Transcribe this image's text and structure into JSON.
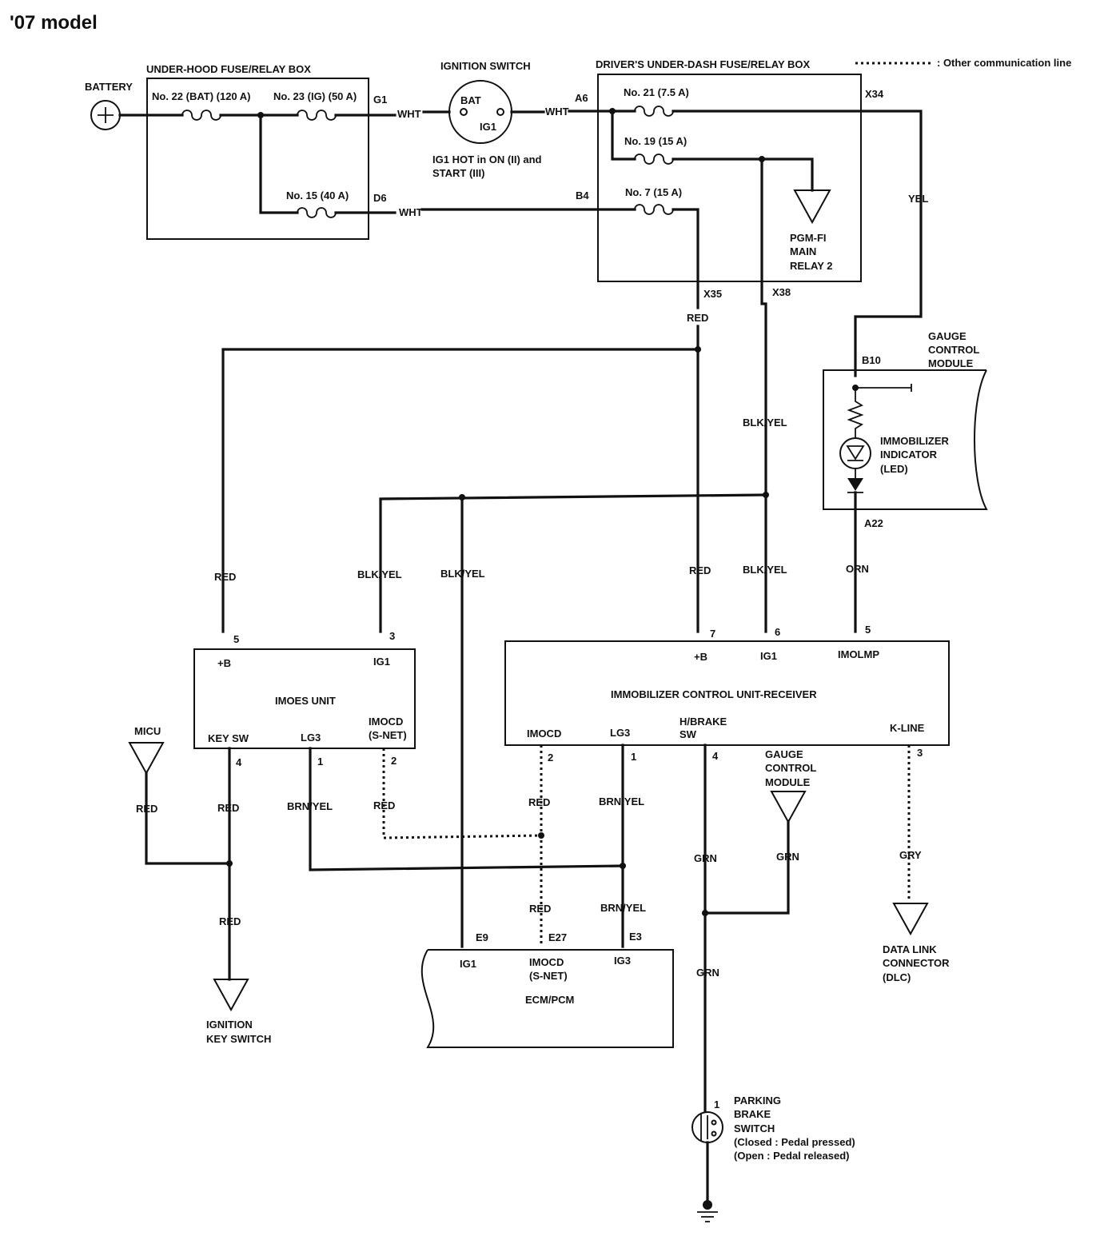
{
  "title": "'07 model",
  "legend": ": Other communication line",
  "battery": {
    "label": "BATTERY"
  },
  "underhood": {
    "title": "UNDER-HOOD FUSE/RELAY BOX",
    "fuse22": "No. 22 (BAT) (120 A)",
    "fuse23": "No. 23 (IG) (50 A)",
    "fuse15": "No. 15 (40 A)",
    "pin_g1": "G1",
    "pin_d6": "D6"
  },
  "ignition": {
    "title": "IGNITION SWITCH",
    "bat": "BAT",
    "ig1": "IG1",
    "note1": "IG1 HOT in ON (II) and",
    "note2": "START (III)"
  },
  "underdash": {
    "title": "DRIVER'S UNDER-DASH FUSE/RELAY BOX",
    "fuse21": "No. 21 (7.5 A)",
    "fuse19": "No. 19 (15 A)",
    "fuse7": "No. 7 (15 A)",
    "pin_a6": "A6",
    "pin_b4": "B4",
    "pin_x34": "X34",
    "pin_x35": "X35",
    "pin_x38": "X38",
    "pgm1": "PGM-FI",
    "pgm2": "MAIN",
    "pgm3": "RELAY 2"
  },
  "gauge": {
    "title1": "GAUGE",
    "title2": "CONTROL",
    "title3": "MODULE",
    "pin_b10": "B10",
    "pin_a22": "A22",
    "led1": "IMMOBILIZER",
    "led2": "INDICATOR",
    "led3": "(LED)"
  },
  "imoes": {
    "title": "IMOES UNIT",
    "plus_b": "+B",
    "ig1": "IG1",
    "key_sw": "KEY SW",
    "lg3": "LG3",
    "imocd1": "IMOCD",
    "imocd2": "(S-NET)",
    "pin5": "5",
    "pin3": "3",
    "pin4": "4",
    "pin1": "1",
    "pin2": "2"
  },
  "icu": {
    "title": "IMMOBILIZER CONTROL UNIT-RECEIVER",
    "plus_b": "+B",
    "ig1": "IG1",
    "imolmp": "IMOLMP",
    "imocd": "IMOCD",
    "lg3": "LG3",
    "hbrake1": "H/BRAKE",
    "hbrake2": "SW",
    "kline": "K-LINE",
    "pin7": "7",
    "pin6": "6",
    "pin5": "5",
    "pin2": "2",
    "pin1": "1",
    "pin4": "4",
    "pin3": "3"
  },
  "ecm": {
    "title": "ECM/PCM",
    "ig1": "IG1",
    "imocd1": "IMOCD",
    "imocd2": "(S-NET)",
    "ig3": "IG3",
    "pin_e9": "E9",
    "pin_e27": "E27",
    "pin_e3": "E3"
  },
  "micu": "MICU",
  "ign_key1": "IGNITION",
  "ign_key2": "KEY SWITCH",
  "gauge2_1": "GAUGE",
  "gauge2_2": "CONTROL",
  "gauge2_3": "MODULE",
  "dlc1": "DATA LINK",
  "dlc2": "CONNECTOR",
  "dlc3": "(DLC)",
  "parking": {
    "pin": "1",
    "l1": "PARKING",
    "l2": "BRAKE",
    "l3": "SWITCH",
    "l4": "(Closed : Pedal pressed)",
    "l5": "(Open : Pedal released)"
  },
  "wires": {
    "wht": "WHT",
    "yel": "YEL",
    "red": "RED",
    "blk_yel": "BLK/YEL",
    "orn": "ORN",
    "brn_yel": "BRN/YEL",
    "grn": "GRN",
    "gry": "GRY"
  }
}
